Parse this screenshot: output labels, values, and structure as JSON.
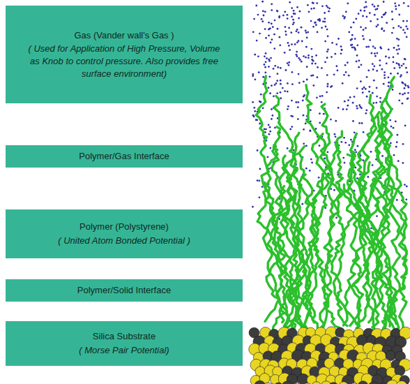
{
  "diagram": {
    "nodes": [
      {
        "text": [
          "Gas (Vander wall's Gas )",
          "( Used for Application of High Pressure, Volume as Knob to control pressure. Also provides free surface environment)"
        ]
      },
      {
        "text": [
          "Polymer/Gas Interface"
        ]
      },
      {
        "text": [
          "Polymer (Polystyrene)",
          "( United Atom Bonded Potential )"
        ]
      },
      {
        "text": [
          "Polymer/Solid Interface"
        ]
      },
      {
        "text": [
          "Silica Substrate",
          "( Morse Pair Potential)"
        ]
      }
    ]
  }
}
